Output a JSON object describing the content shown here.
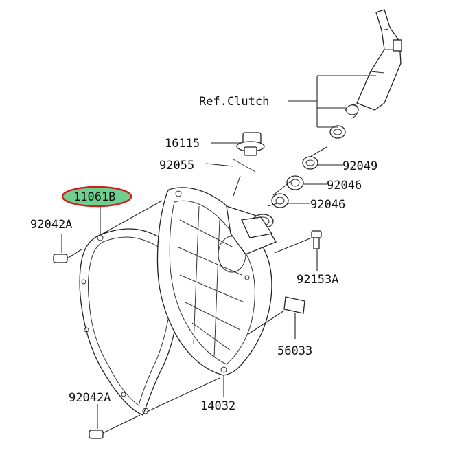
{
  "diagram": {
    "labels": {
      "ref_clutch": "Ref.Clutch",
      "p16115": "16115",
      "p92055": "92055",
      "p11061b": "11061B",
      "p92042a_top": "92042A",
      "p92042a_bottom": "92042A",
      "p92049": "92049",
      "p92046_upper": "92046",
      "p92046_lower": "92046",
      "p92153a": "92153A",
      "p56033": "56033",
      "p14032": "14032"
    },
    "highlight": {
      "fill": "#6fcf8f",
      "stroke": "#d11f1f"
    }
  }
}
